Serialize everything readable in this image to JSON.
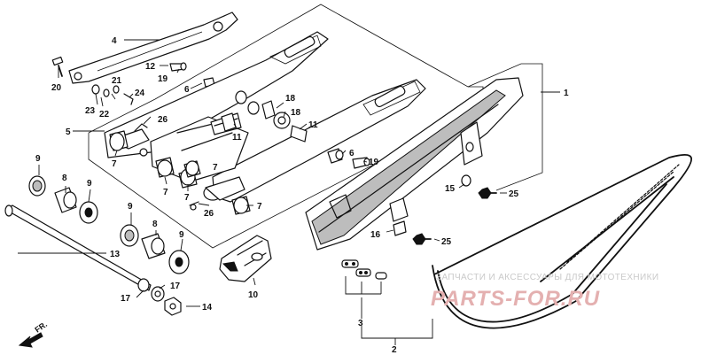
{
  "callouts": {
    "c1": "1",
    "c2": "2",
    "c3": "3",
    "c4": "4",
    "c5": "5",
    "c6a": "6",
    "c6b": "6",
    "c7a": "7",
    "c7b": "7",
    "c7c": "7",
    "c7d": "7",
    "c7e": "7",
    "c8a": "8",
    "c8b": "8",
    "c9a": "9",
    "c9b": "9",
    "c9c": "9",
    "c9d": "9",
    "c10": "10",
    "c11a": "11",
    "c11b": "11",
    "c12": "12",
    "c13": "13",
    "c14": "14",
    "c15": "15",
    "c16": "16",
    "c17a": "17",
    "c17b": "17",
    "c18a": "18",
    "c18b": "18",
    "c19a": "19",
    "c19b": "19",
    "c20": "20",
    "c21": "21",
    "c22": "22",
    "c23": "23",
    "c24": "24",
    "c25a": "25",
    "c25b": "25",
    "c26a": "26",
    "c26b": "26"
  },
  "direction": {
    "label": "FR."
  },
  "watermark": {
    "tagline": "ЗАПЧАСТИ И АКСЕССУАРЫ ДЛЯ МОТОТЕХНИКИ",
    "logo": "PARTS-FOR.RU"
  }
}
